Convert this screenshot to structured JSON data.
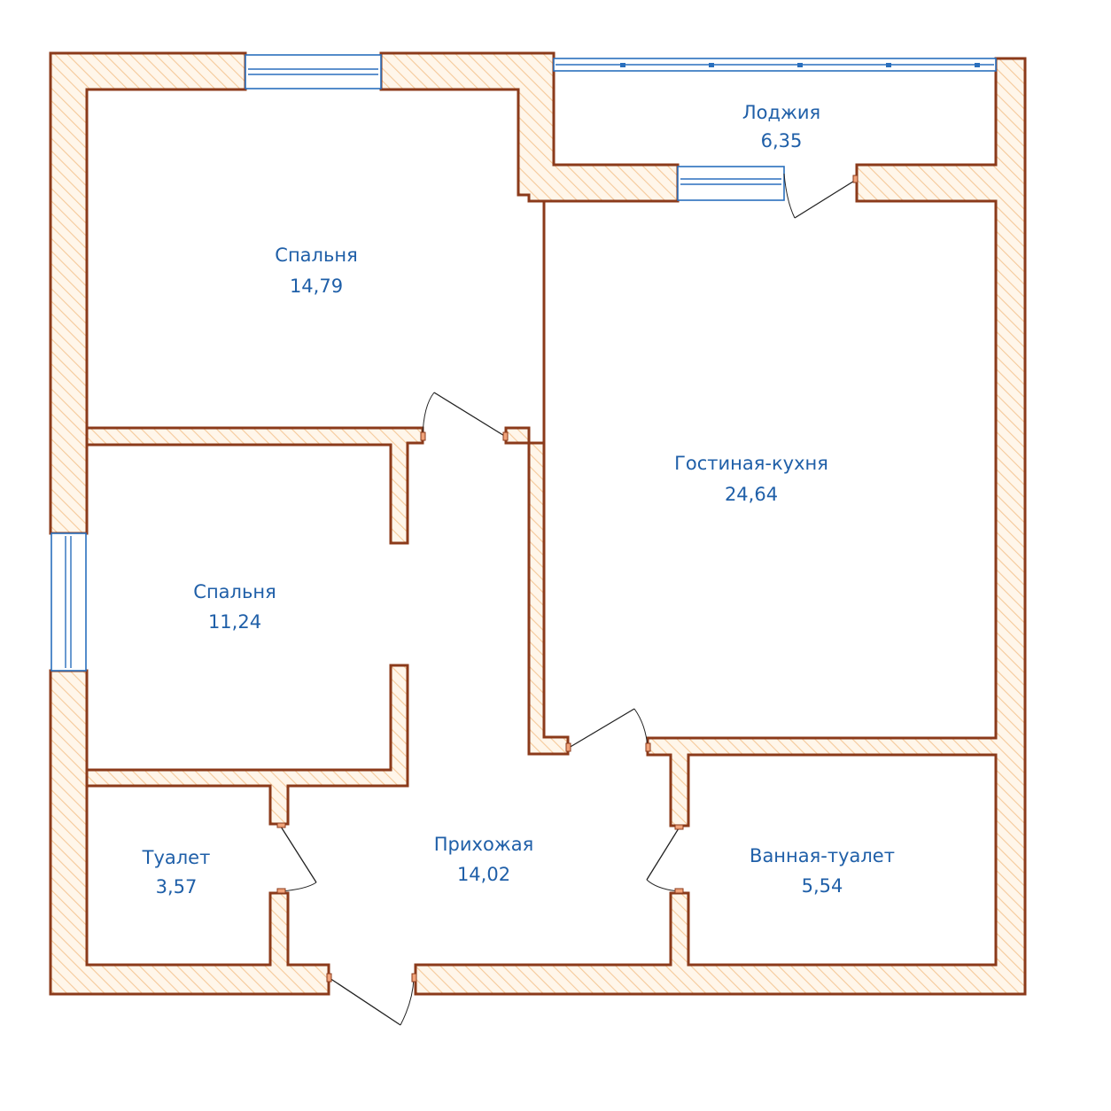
{
  "colors": {
    "wall_stroke": "#8b3a1a",
    "wall_hatch": "#f5c99a",
    "window": "#2a6fbd",
    "label": "#1f5fa8"
  },
  "rooms": [
    {
      "id": "loggia",
      "name": "Лоджия",
      "area": "6,35"
    },
    {
      "id": "bedroom1",
      "name": "Спальня",
      "area": "14,79"
    },
    {
      "id": "living",
      "name": "Гостиная-кухня",
      "area": "24,64"
    },
    {
      "id": "bedroom2",
      "name": "Спальня",
      "area": "11,24"
    },
    {
      "id": "toilet",
      "name": "Туалет",
      "area": "3,57"
    },
    {
      "id": "hall",
      "name": "Прихожая",
      "area": "14,02"
    },
    {
      "id": "bath",
      "name": "Ванная-туалет",
      "area": "5,54"
    }
  ]
}
